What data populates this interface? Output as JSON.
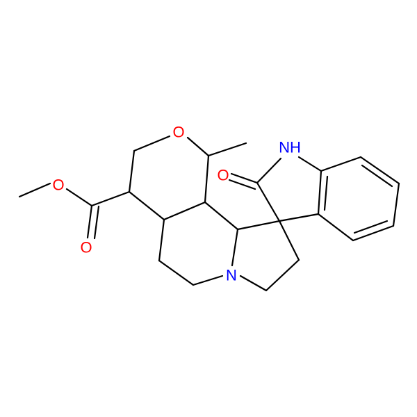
{
  "molecule": {
    "atom_labels": {
      "ring_oxygen": "O",
      "ester_oxygen": "O",
      "carbonyl_oxygen_ester": "O",
      "lactam_oxygen": "O",
      "lactam_nh": "NH",
      "amine_nitrogen": "N"
    },
    "colors": {
      "bond": "#000000",
      "oxygen": "#ff0000",
      "nitrogen": "#0000ff",
      "background": "#ffffff"
    }
  }
}
